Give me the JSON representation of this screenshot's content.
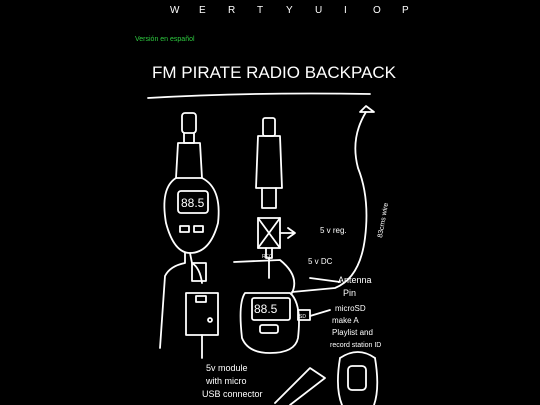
{
  "nav": {
    "letters": [
      "W",
      "E",
      "R",
      "T",
      "Y",
      "U",
      "I",
      "O",
      "P"
    ]
  },
  "lang_link": "Versión en español",
  "sketch": {
    "title": "FM PIRATE RADIO BACKPACK",
    "display_left": "88.5",
    "display_right": "88.5",
    "label_5v_reg": "5 v reg.",
    "label_5v_dc": "5 v DC",
    "label_antenna": "Antenna",
    "label_pin": "Pin",
    "label_microsd_1": "microSD",
    "label_microsd_2": "make A",
    "label_microsd_3": "Playlist and",
    "label_microsd_4": "record station ID",
    "label_wire": "83cms wire",
    "label_module_1": "5v module",
    "label_module_2": "with micro",
    "label_module_3": "USB connector",
    "reg_text": "REG",
    "sd_text": "SD"
  }
}
